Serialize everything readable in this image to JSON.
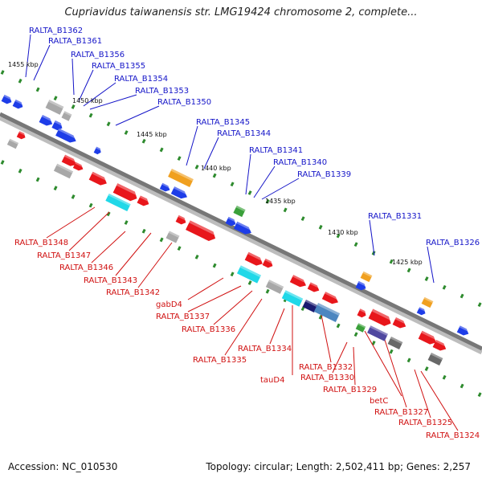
{
  "title": "Cupriavidus taiwanensis str. LMG19424 chromosome 2, complete...",
  "footer": {
    "accession": "Accession: NC_010530",
    "summary": "Topology: circular; Length: 2,502,411 bp; Genes: 2,257"
  },
  "colors": {
    "backbone": "#777777",
    "tick_dots": "#2e8b2e",
    "forward_label": "#1515c8",
    "reverse_label": "#d01010",
    "red": "#e8161b",
    "blue": "#1e3de8",
    "gray": "#a8a8a8",
    "dark_gray": "#686868",
    "orange": "#f0a020",
    "green": "#3aa03a",
    "cyan": "#20d8e8",
    "navy": "#1a1a70",
    "steel_blue": "#4c86c0",
    "slate": "#5048a0"
  },
  "scale_labels": [
    "1455 kbp",
    "1450 kbp",
    "1445 kbp",
    "1440 kbp",
    "1435 kbp",
    "1430 kbp",
    "1425 kbp"
  ],
  "forward_genes": [
    "RALTA_B1362",
    "RALTA_B1361",
    "RALTA_B1356",
    "RALTA_B1355",
    "RALTA_B1354",
    "RALTA_B1353",
    "RALTA_B1350",
    "RALTA_B1345",
    "RALTA_B1344",
    "RALTA_B1341",
    "RALTA_B1340",
    "RALTA_B1339",
    "RALTA_B1331",
    "RALTA_B1326"
  ],
  "reverse_genes": [
    "RALTA_B1348",
    "RALTA_B1347",
    "RALTA_B1346",
    "RALTA_B1343",
    "RALTA_B1342",
    "gabD4",
    "RALTA_B1337",
    "RALTA_B1336",
    "RALTA_B1335",
    "RALTA_B1334",
    "tauD4",
    "RALTA_B1332",
    "RALTA_B1330",
    "RALTA_B1329",
    "betC",
    "RALTA_B1327",
    "RALTA_B1325",
    "RALTA_B1324"
  ]
}
